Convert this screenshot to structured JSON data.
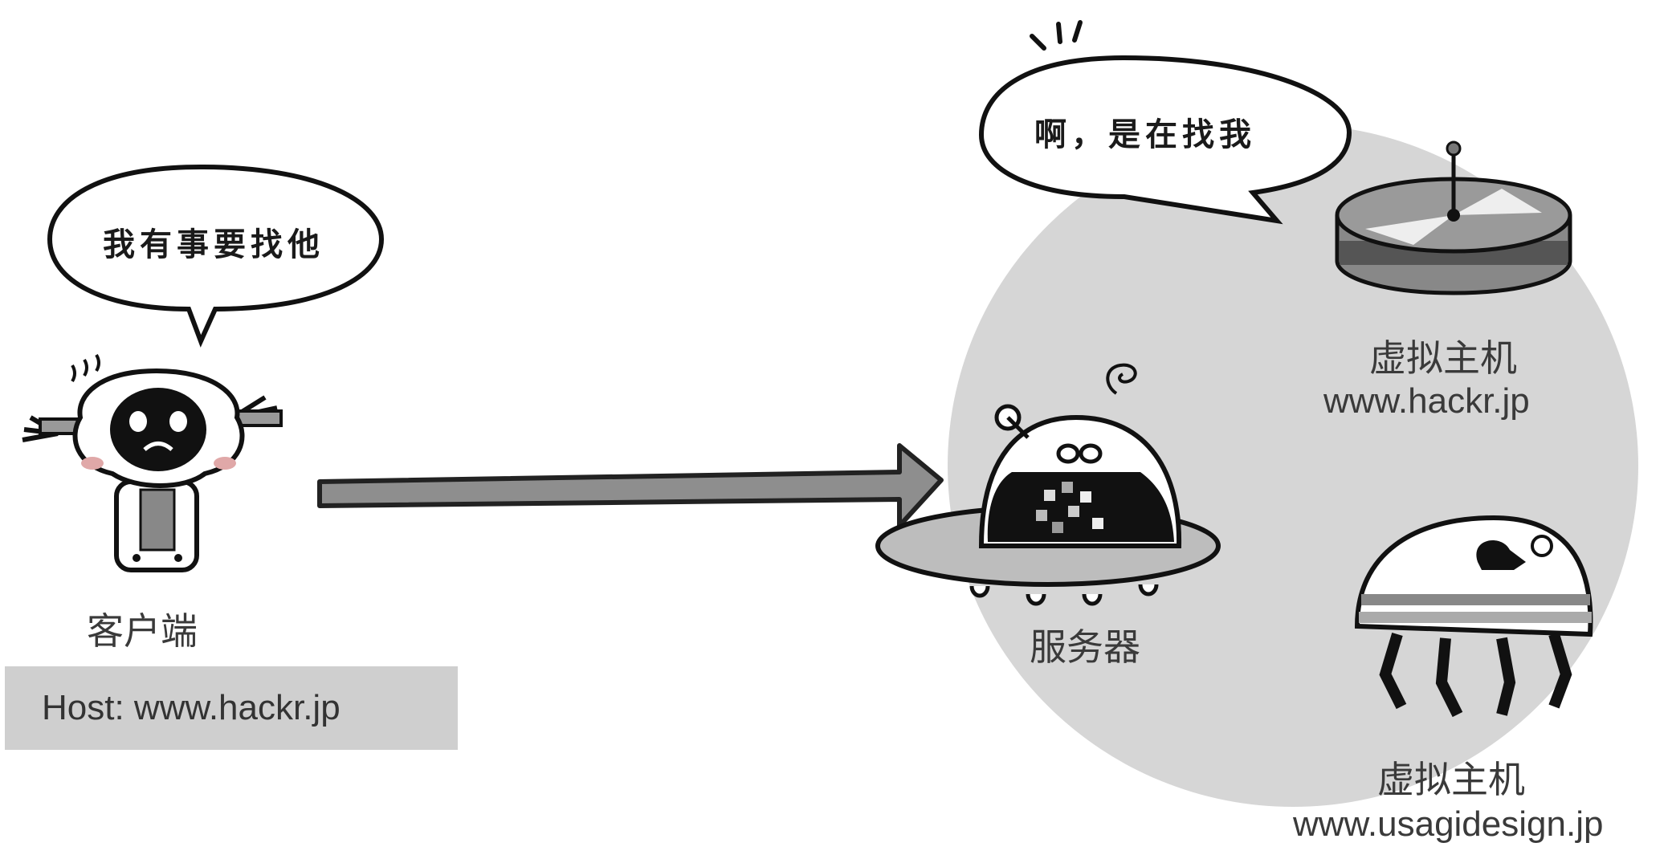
{
  "client": {
    "speech": "我有事要找他",
    "label": "客户端",
    "host_header": "Host: www.hackr.jp"
  },
  "server": {
    "speech": "啊，是在找我",
    "label": "服务器"
  },
  "virtual_hosts": [
    {
      "label": "虚拟主机",
      "domain": "www.hackr.jp"
    },
    {
      "label": "虚拟主机",
      "domain": "www.usagidesign.jp"
    }
  ]
}
